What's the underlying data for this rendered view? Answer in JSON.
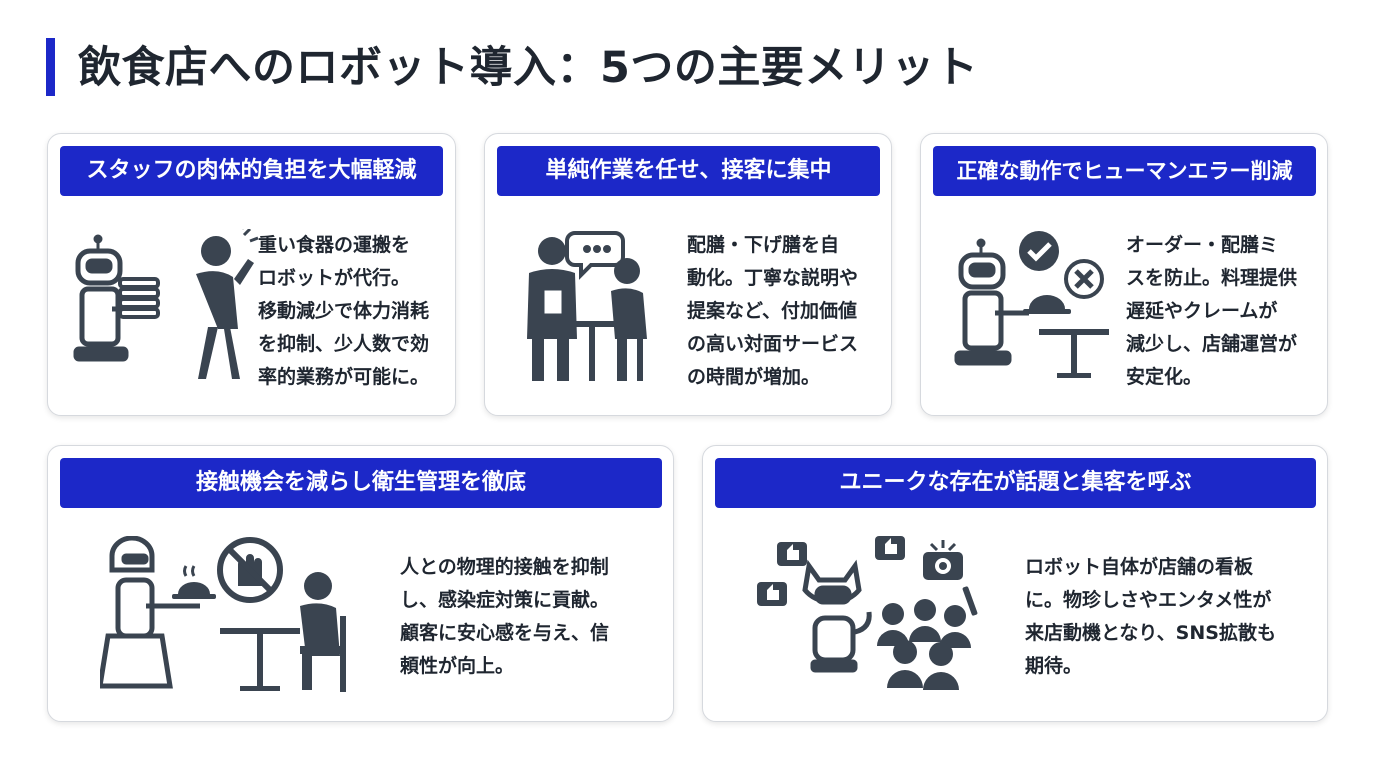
{
  "title": "飲食店へのロボット導入：5つの主要メリット",
  "cards": [
    {
      "header": "スタッフの肉体的負担を大幅軽減",
      "body": "重い食器の運搬を\nロボットが代行。\n移動減少で体力消耗\nを抑制、少人数で効\n率的業務が可能に。"
    },
    {
      "header": "単純作業を任せ、接客に集中",
      "body": "配膳・下げ膳を自\n動化。丁寧な説明や\n提案など、付加価値\nの高い対面サービス\nの時間が増加。"
    },
    {
      "header": "正確な動作でヒューマンエラー削減",
      "body": "オーダー・配膳ミ\nスを防止。料理提供\n遅延やクレームが\n減少し、店舗運営が\n安定化。"
    },
    {
      "header": "接触機会を減らし衛生管理を徹底",
      "body": "人との物理的接触を抑制\nし、感染症対策に貢献。\n顧客に安心感を与え、信\n頼性が向上。"
    },
    {
      "header": "ユニークな存在が話題と集客を呼ぶ",
      "body": "ロボット自体が店舗の看板\nに。物珍しさやエンタメ性が\n来店動機となり、SNS拡散も\n期待。"
    }
  ],
  "icons": {
    "card1": [
      "robot-icon",
      "plate-stack-icon",
      "tired-staff-icon"
    ],
    "card2": [
      "waiter-icon",
      "speech-bubble-icon",
      "customer-icon",
      "table-icon"
    ],
    "card3": [
      "robot-icon",
      "check-icon",
      "cross-icon",
      "cloche-icon",
      "table-icon"
    ],
    "card4": [
      "robot-icon",
      "no-touch-icon",
      "customer-icon",
      "table-icon"
    ],
    "card5": [
      "cat-robot-icon",
      "like-icon",
      "camera-icon",
      "crowd-icon"
    ]
  },
  "colors": {
    "accent": "#1c28c8",
    "icon": "#3a4450",
    "text": "#1f2630"
  }
}
